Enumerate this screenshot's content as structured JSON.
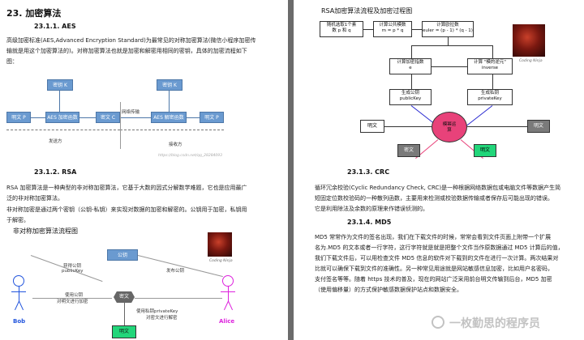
{
  "left": {
    "section_title": "23.  加密算法",
    "aes": {
      "heading": "23.1.1.  AES",
      "para1": "高级加密标准(AES,Advanced Encryption Standard)为最常见的对称加密算法(微信小程序加密传",
      "para2": "输就是用这个加密算法的)。对称加密算法也就是加密和解密用相同的密钥，具体的加密流程如下",
      "para3": "图：",
      "diagram": {
        "key1": "密钥 K",
        "key2": "密钥 K",
        "plain1": "明文 P",
        "encrypt": "AES 加密函数",
        "cipher": "密文  C",
        "decrypt": "AES 解密函数",
        "plain2": "明文 P",
        "network": "网络传输",
        "sender": "发送方",
        "receiver": "接收方",
        "watermark": "https://blog.csdn.net/qq_28284093"
      }
    },
    "rsa": {
      "heading": "23.1.2.  RSA",
      "para1": "RSA 加密算法是一种典型的非对称加密算法，它基于大数的因式分解数学难题，它也是应用最广",
      "para2": "泛的非对称加密算法。",
      "para3": "非对称加密是通过两个密钥（公钥-私钥）来实现对数据的加密和解密的。公钥用于加密，私钥用",
      "para4": "于解密。",
      "diagram_title": "非对称加密算法流程图",
      "public_key": "公钥",
      "get_public": "获得公钥",
      "get_public_en": "publicKey",
      "publish_public": "发布公钥",
      "encrypt_with": "使用公钥",
      "encrypt_with2": "对明文进行加密",
      "cipher": "密文",
      "decrypt_with": "使用私钥privateKey",
      "decrypt_with2": "对密文进行解密",
      "plain": "明文",
      "bob": "Bob",
      "alice": "Alice",
      "caption": "Coding Ninja"
    }
  },
  "right": {
    "rsa_flow_title": "RSA加密算法流程及加密过程图",
    "flow": {
      "pick_primes": "随机选取1个素",
      "pick_primes2": "数 p 和 q",
      "modulus": "计算公共模数",
      "modulus2": "m = p * q",
      "euler": "计算欧拉数",
      "euler2": "euler = (p - 1) * (q - 1)",
      "pub_exp": "计算加密指数",
      "pub_exp2": "e",
      "inverse": "计算 \"模的逆元\"",
      "inverse2": "inverse",
      "gen_pub": "生成公钥",
      "gen_pub2": "publicKey",
      "gen_priv": "生成私钥",
      "gen_priv2": "privateKey",
      "plain_left": "明文",
      "plain_right": "明文",
      "center": "模幂运",
      "center2": "算",
      "cipher": "密文",
      "plain_out": "明文",
      "caption": "Coding Ninja"
    },
    "crc": {
      "heading": "23.1.3.  CRC",
      "para1": "循环冗余校验(Cyclic Redundancy Check, CRC)是一种根据网络数据包或电脑文件等数据产生简",
      "para2": "短固定位数校验码的一种散列函数，主要用来检测或校验数据传输或者保存后可能出现的错误。",
      "para3": "它是利用除法及余数的原理来作错误侦测的。"
    },
    "md5": {
      "heading": "23.1.4.  MD5",
      "para1": "MD5 常常作为文件的签名出现，我们在下载文件的时候，常常会看到文件页面上附带一个扩展",
      "para2": "名为.MD5 的文本或者一行字符，这行字符就是就是把整个文件当作原数据通过 MD5 计算后的值，",
      "para3": "我们下载文件后，可以用检查文件 MD5 信息的软件对下载到的文件在进行一次计算。两次结果对",
      "para4": "比就可以确保下载到文件的准确性。另一种常见用途就是网站敏感信息加密，比如用户名密码，",
      "para5": "支付签名等等。随着 https 技术的普及，现在的网站广泛采用前台明文传输到后台，MD5 加密",
      "para6": "（使用偏移量）的方式保护敏感数据保护站点和数据安全。"
    },
    "watermark": "一枚勤思的程序员"
  },
  "colors": {
    "blue_box": "#6a9ad0",
    "center_circle": "#e8427a",
    "green_box": "#22d67a",
    "gray_box": "#6f6f6f"
  }
}
